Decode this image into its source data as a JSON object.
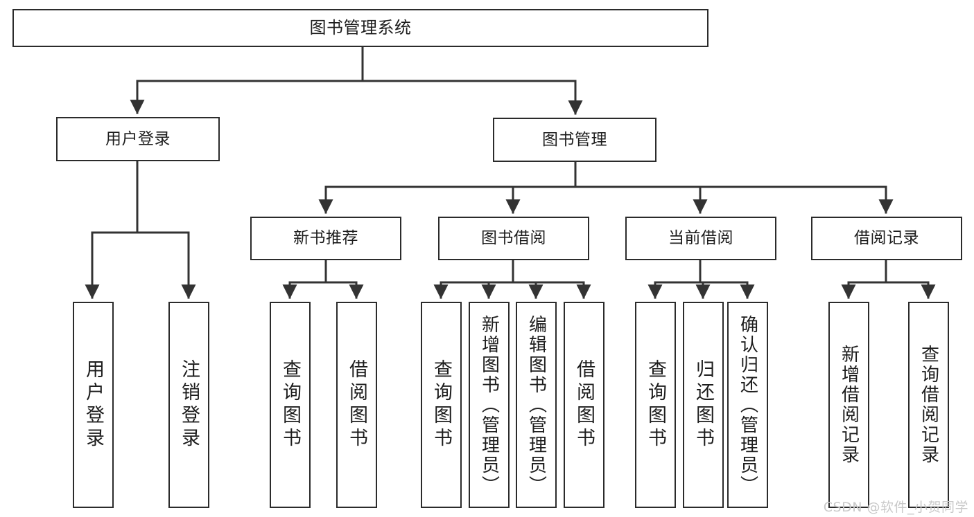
{
  "diagram": {
    "type": "tree-hierarchy",
    "title": "图书管理系统",
    "watermark": "CSDN @软件_小贺同学",
    "colors": {
      "box_border": "#2b2b2b",
      "box_fill": "#ffffff",
      "connector": "#333333",
      "text": "#1d1d1d",
      "watermark": "#c9c9c9"
    },
    "nodes": {
      "root": {
        "label": "图书管理系统"
      },
      "level2": [
        {
          "id": "user-login",
          "label": "用户登录"
        },
        {
          "id": "book-management",
          "label": "图书管理"
        }
      ],
      "level3": [
        {
          "id": "new-book-recommend",
          "label": "新书推荐"
        },
        {
          "id": "book-borrow",
          "label": "图书借阅"
        },
        {
          "id": "current-borrow",
          "label": "当前借阅"
        },
        {
          "id": "borrow-record",
          "label": "借阅记录"
        }
      ],
      "leaves": {
        "user_login": [
          {
            "id": "leaf-user-login",
            "label": "用户登录"
          },
          {
            "id": "leaf-logout-login",
            "label": "注销登录"
          }
        ],
        "new_book_recommend": [
          {
            "id": "leaf-query-book-1",
            "label": "查询图书"
          },
          {
            "id": "leaf-borrow-book-1",
            "label": "借阅图书"
          }
        ],
        "book_borrow": [
          {
            "id": "leaf-query-book-2",
            "label": "查询图书"
          },
          {
            "id": "leaf-add-book",
            "label": "新增图书（管理员）"
          },
          {
            "id": "leaf-edit-book",
            "label": "编辑图书（管理员）"
          },
          {
            "id": "leaf-borrow-book-2",
            "label": "借阅图书"
          }
        ],
        "current_borrow": [
          {
            "id": "leaf-query-book-3",
            "label": "查询图书"
          },
          {
            "id": "leaf-return-book",
            "label": "归还图书"
          },
          {
            "id": "leaf-confirm-return",
            "label": "确认归还（管理员）"
          }
        ],
        "borrow_record": [
          {
            "id": "leaf-add-record",
            "label": "新增借阅记录"
          },
          {
            "id": "leaf-query-record",
            "label": "查询借阅记录"
          }
        ]
      }
    }
  }
}
